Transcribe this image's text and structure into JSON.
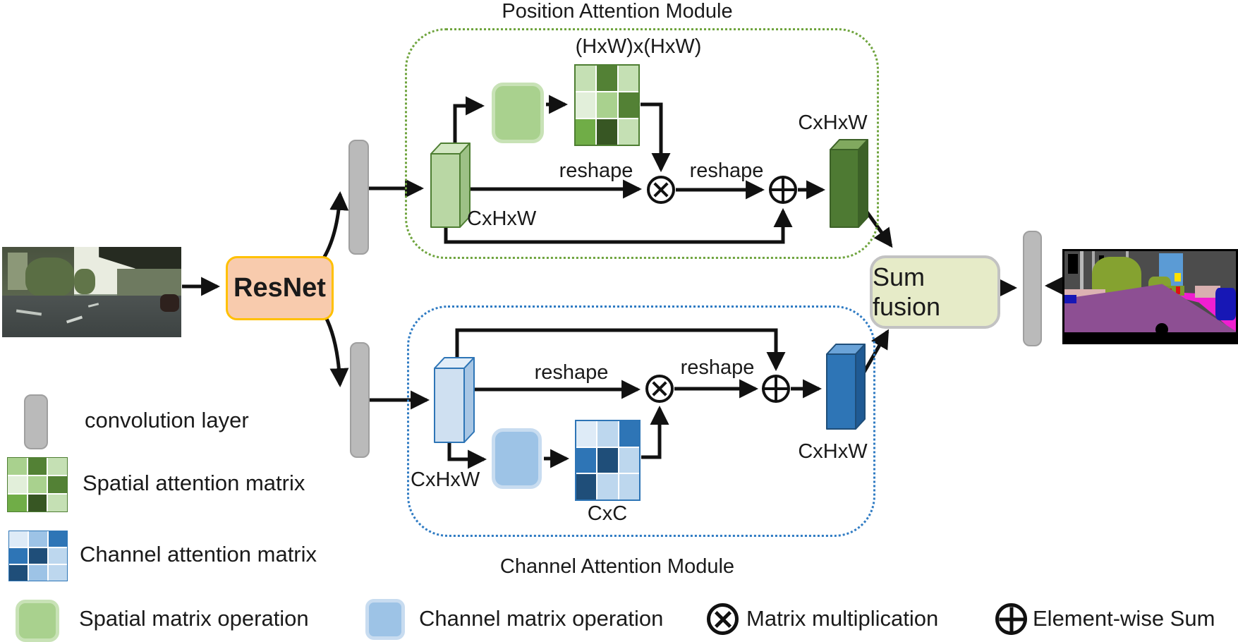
{
  "resnet": {
    "label": "ResNet"
  },
  "fusion": {
    "label": "Sum fusion"
  },
  "position_module": {
    "title": "Position Attention Module",
    "attention_matrix_label": "(HxW)x(HxW)",
    "input_tensor": "CxHxW",
    "output_tensor": "CxHxW",
    "reshape_left": "reshape",
    "reshape_right": "reshape",
    "matrix_cells": [
      [
        "#c5e0b4",
        "#538135",
        "#c5e0b4"
      ],
      [
        "#e2efda",
        "#a9d18e",
        "#538135"
      ],
      [
        "#70ad47",
        "#375623",
        "#c5e0b4"
      ]
    ]
  },
  "channel_module": {
    "title": "Channel Attention Module",
    "attention_matrix_label": "CxC",
    "input_tensor": "CxHxW",
    "output_tensor": "CxHxW",
    "reshape_left": "reshape",
    "reshape_right": "reshape",
    "matrix_cells": [
      [
        "#deebf7",
        "#bdd7ee",
        "#2e75b6"
      ],
      [
        "#2e75b6",
        "#1f4e79",
        "#bdd7ee"
      ],
      [
        "#1f4e79",
        "#bdd7ee",
        "#bdd7ee"
      ]
    ]
  },
  "legend": {
    "convolution_layer": "convolution layer",
    "spatial_attention_matrix": "Spatial attention matrix",
    "channel_attention_matrix": "Channel attention matrix",
    "spatial_matrix_operation": "Spatial matrix operation",
    "channel_matrix_operation": "Channel matrix operation",
    "matrix_multiplication": "Matrix multiplication",
    "element_wise_sum": "Element-wise Sum",
    "spatial_matrix_cells": [
      [
        "#a9d18e",
        "#538135",
        "#c5e0b4"
      ],
      [
        "#e2efda",
        "#a9d18e",
        "#538135"
      ],
      [
        "#70ad47",
        "#375623",
        "#c5e0b4"
      ]
    ],
    "channel_matrix_cells": [
      [
        "#deebf7",
        "#9dc3e6",
        "#2e75b6"
      ],
      [
        "#2e75b6",
        "#1f4e79",
        "#bdd7ee"
      ],
      [
        "#1f4e79",
        "#9dc3e6",
        "#bdd7ee"
      ]
    ]
  },
  "colors": {
    "resnet_fill": "#f8cbad",
    "resnet_border": "#ffc000",
    "conv_layer": "#bababa",
    "position_frame": "#6fa43e",
    "channel_frame": "#2f7bc3",
    "fusion_fill": "#e6ebc8",
    "spatial_op_fill": "#a9d18e",
    "channel_op_fill": "#9dc3e6",
    "tensor_green_light": "#b9d7a4",
    "tensor_green_dark": "#4e7a33",
    "tensor_blue_light": "#cfe0f1",
    "tensor_blue_dark": "#2e75b6",
    "seg_road": "#8d4f93",
    "seg_sidewalk": "#f01fd0",
    "seg_vegetation": "#85a230",
    "seg_sky_patch": "#5b9bd5",
    "seg_building": "#4c4c4c"
  }
}
